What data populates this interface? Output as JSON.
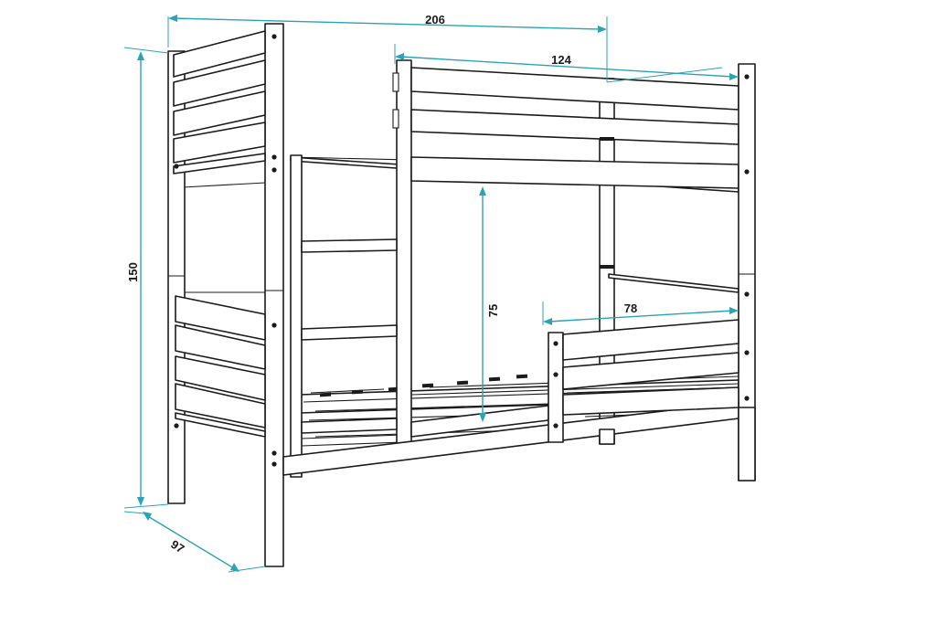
{
  "dimensions": {
    "total_length": "206",
    "bed_length": "124",
    "total_height": "150",
    "depth": "97",
    "bunk_clearance": "75",
    "guard_rail_length": "78"
  },
  "colors": {
    "line": "#1b1b1b",
    "dimension": "#2aa3b8",
    "background": "#ffffff"
  }
}
